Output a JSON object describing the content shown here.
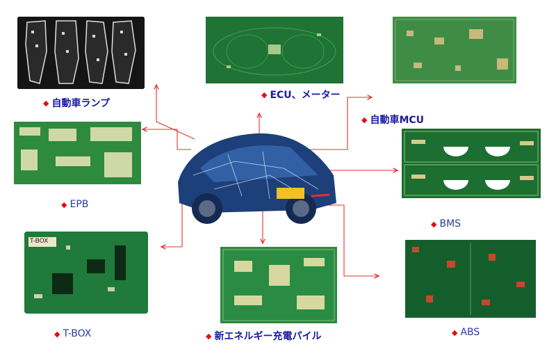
{
  "labels": {
    "lamp": "自動車ランプ",
    "ecu": "ECU、メーター",
    "mcu": "自動車MCU",
    "epb": "EPB",
    "bms": "BMS",
    "tbox": "T-BOX",
    "charger": "新エネルギー充電パイル",
    "abs": "ABS",
    "tbox_sticker": "T-BOX"
  },
  "colors": {
    "arrow": "#e23030",
    "diamond": "#e01010",
    "pcb_green": "#1f7a3a",
    "pcb_dark": "#0e4d24",
    "car_blue": "#1d3f7a"
  },
  "icons": {
    "bullet": "diamond-icon"
  }
}
